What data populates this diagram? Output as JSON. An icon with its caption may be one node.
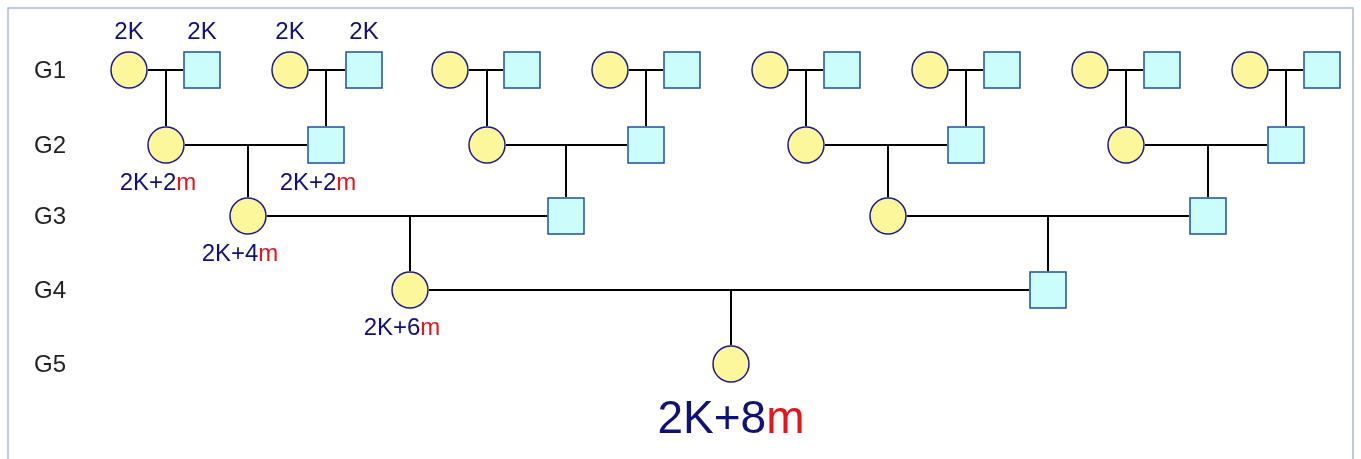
{
  "diagram": {
    "nodes": [
      {
        "text": [],
        "shape": "circle",
        "beside": [
          "2K"
        ]
      },
      {
        "text": [],
        "shape": "box",
        "beside": [
          "2K"
        ]
      },
      {
        "text": [],
        "shape": "circle",
        "beside": [
          "2K"
        ]
      },
      {
        "text": [],
        "shape": "box",
        "beside": [
          "2K"
        ]
      },
      {
        "text": [],
        "shape": "circle"
      },
      {
        "text": [],
        "shape": "box"
      },
      {
        "text": [],
        "shape": "circle"
      },
      {
        "text": [],
        "shape": "box"
      },
      {
        "text": [],
        "shape": "circle"
      },
      {
        "text": [],
        "shape": "box"
      },
      {
        "text": [],
        "shape": "circle"
      },
      {
        "text": [],
        "shape": "box"
      },
      {
        "text": [],
        "shape": "circle"
      },
      {
        "text": [],
        "shape": "box"
      },
      {
        "text": [],
        "shape": "circle"
      },
      {
        "text": [],
        "shape": "box"
      },
      {
        "text": [],
        "shape": "circle",
        "beside": [
          "2K+2m"
        ]
      },
      {
        "text": [],
        "shape": "box",
        "beside": [
          "2K+2m"
        ]
      },
      {
        "text": [],
        "shape": "circle"
      },
      {
        "text": [],
        "shape": "box"
      },
      {
        "text": [],
        "shape": "circle"
      },
      {
        "text": [],
        "shape": "box"
      },
      {
        "text": [],
        "shape": "circle"
      },
      {
        "text": [],
        "shape": "box"
      },
      {
        "text": [],
        "shape": "circle",
        "beside": [
          "2K+4m"
        ]
      },
      {
        "text": [],
        "shape": "box"
      },
      {
        "text": [],
        "shape": "circle"
      },
      {
        "text": [],
        "shape": "box"
      },
      {
        "text": [],
        "shape": "circle",
        "beside": [
          "2K+6m"
        ]
      },
      {
        "text": [],
        "shape": "box"
      },
      {
        "text": [],
        "shape": "circle",
        "beside": [
          "2K+8m"
        ]
      }
    ],
    "edges": [
      {
        "from": 0,
        "to": 1,
        "arrow": "none"
      },
      {
        "from": 0,
        "to": 16,
        "arrow": "none"
      },
      {
        "from": 1,
        "to": 16,
        "arrow": "none"
      },
      {
        "from": 2,
        "to": 3,
        "arrow": "none"
      },
      {
        "from": 2,
        "to": 17,
        "arrow": "none"
      },
      {
        "from": 3,
        "to": 17,
        "arrow": "none"
      },
      {
        "from": 4,
        "to": 5,
        "arrow": "none"
      },
      {
        "from": 4,
        "to": 18,
        "arrow": "none"
      },
      {
        "from": 5,
        "to": 18,
        "arrow": "none"
      },
      {
        "from": 6,
        "to": 7,
        "arrow": "none"
      },
      {
        "from": 6,
        "to": 19,
        "arrow": "none"
      },
      {
        "from": 7,
        "to": 19,
        "arrow": "none"
      },
      {
        "from": 8,
        "to": 9,
        "arrow": "none"
      },
      {
        "from": 8,
        "to": 20,
        "arrow": "none"
      },
      {
        "from": 9,
        "to": 20,
        "arrow": "none"
      },
      {
        "from": 10,
        "to": 11,
        "arrow": "none"
      },
      {
        "from": 10,
        "to": 21,
        "arrow": "none"
      },
      {
        "from": 11,
        "to": 21,
        "arrow": "none"
      },
      {
        "from": 12,
        "to": 13,
        "arrow": "none"
      },
      {
        "from": 12,
        "to": 22,
        "arrow": "none"
      },
      {
        "from": 13,
        "to": 22,
        "arrow": "none"
      },
      {
        "from": 14,
        "to": 15,
        "arrow": "none"
      },
      {
        "from": 14,
        "to": 23,
        "arrow": "none"
      },
      {
        "from": 15,
        "to": 23,
        "arrow": "none"
      },
      {
        "from": 16,
        "to": 17,
        "arrow": "none"
      },
      {
        "from": 16,
        "to": 24,
        "arrow": "none"
      },
      {
        "from": 17,
        "to": 24,
        "arrow": "none"
      },
      {
        "from": 18,
        "to": 19,
        "arrow": "none"
      },
      {
        "from": 18,
        "to": 25,
        "arrow": "none"
      },
      {
        "from": 19,
        "to": 25,
        "arrow": "none"
      },
      {
        "from": 20,
        "to": 21,
        "arrow": "none"
      },
      {
        "from": 20,
        "to": 26,
        "arrow": "none"
      },
      {
        "from": 21,
        "to": 26,
        "arrow": "none"
      },
      {
        "from": 22,
        "to": 23,
        "arrow": "none"
      },
      {
        "from": 22,
        "to": 27,
        "arrow": "none"
      },
      {
        "from": 23,
        "to": 27,
        "arrow": "none"
      },
      {
        "from": 24,
        "to": 25,
        "arrow": "none"
      },
      {
        "from": 24,
        "to": 28,
        "arrow": "none"
      },
      {
        "from": 25,
        "to": 28,
        "arrow": "none"
      },
      {
        "from": 26,
        "to": 27,
        "arrow": "none"
      },
      {
        "from": 26,
        "to": 29,
        "arrow": "none"
      },
      {
        "from": 27,
        "to": 29,
        "arrow": "none"
      },
      {
        "from": 28,
        "to": 29,
        "arrow": "none"
      },
      {
        "from": 28,
        "to": 30,
        "arrow": "none"
      },
      {
        "from": 29,
        "to": 30,
        "arrow": "none"
      }
    ],
    "labels": [
      "G1",
      "G2",
      "G3",
      "G4",
      "G5"
    ]
  }
}
